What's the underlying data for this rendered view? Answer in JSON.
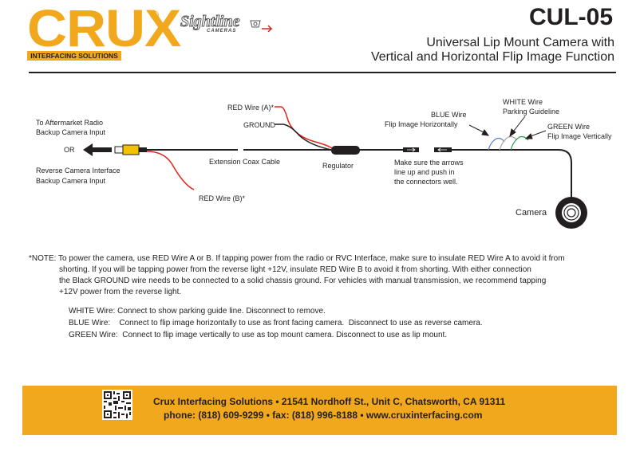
{
  "header": {
    "logo_text": "CRUX",
    "logo_reg": "®",
    "logo_tagline": "INTERFACING SOLUTIONS",
    "sightline_text": "Sightline",
    "sightline_sub": "CAMERAS",
    "model": "CUL-05",
    "subtitle_line1": "Universal Lip Mount Camera with",
    "subtitle_line2": "Vertical and Horizontal Flip Image Function"
  },
  "diagram": {
    "to_radio_line1": "To Aftermarket Radio",
    "to_radio_line2": "Backup Camera Input",
    "or": "OR",
    "reverse_line1": "Reverse Camera Interface",
    "reverse_line2": "Backup Camera Input",
    "red_wire_b": "RED Wire (B)*",
    "red_wire_a": "RED Wire (A)*",
    "ground": "GROUND",
    "extension_cable": "Extension Coax Cable",
    "regulator": "Regulator",
    "arrows_line1": "Make sure the arrows",
    "arrows_line2": "line up and push in",
    "arrows_line3": "the connectors well.",
    "blue_line1": "BLUE Wire",
    "blue_line2": "Flip Image Horizontally",
    "white_line1": "WHITE Wire",
    "white_line2": "Parking Guideline",
    "green_line1": "GREEN Wire",
    "green_line2": "Flip Image Vertically",
    "camera": "Camera",
    "colors": {
      "red": "#e2231a",
      "blue": "#5b7fd1",
      "green": "#2e9e49",
      "white_wire": "#c8c8c8",
      "yellow": "#f2c200",
      "accent": "#f2a81d"
    }
  },
  "notes": {
    "note_line1": "*NOTE: To power the camera, use RED Wire A or B. If tapping power from the radio or RVC Interface, make sure to insulate RED Wire A to avoid  it from",
    "note_line2": "shorting. If you will be tapping power from the reverse light +12V, insulate RED Wire B to avoid it from shorting. With either connection",
    "note_line3": "the Black GROUND wire needs to be connected to a solid chassis ground.  For vehicles with manual transmission, we recommend tapping",
    "note_line4": "+12V power from the reverse light.",
    "white_wire": "WHITE Wire: Connect to show parking guide line. Disconnect to remove.",
    "blue_wire": "BLUE Wire:    Connect to flip image horizontally to use as front facing camera.  Disconnect to use as reverse camera.",
    "green_wire": "GREEN Wire:  Connect to flip image vertically to use as top mount camera. Disconnect to use as lip mount."
  },
  "footer": {
    "line1": "Crux Interfacing Solutions • 21541 Nordhoff St., Unit C, Chatsworth, CA 91311",
    "line2": "phone: (818) 609-9299 • fax: (818) 996-8188 • www.cruxinterfacing.com",
    "qr_icon": "qr-code-icon"
  }
}
